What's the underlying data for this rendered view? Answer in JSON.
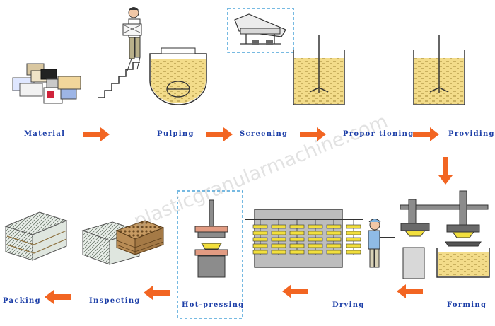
{
  "diagram": {
    "steps": [
      {
        "id": "material",
        "label": "Material"
      },
      {
        "id": "pulping",
        "label": "Pulping"
      },
      {
        "id": "screening",
        "label": "Screening"
      },
      {
        "id": "proportioning",
        "label": "Propor tioning"
      },
      {
        "id": "providing",
        "label": "Providing"
      },
      {
        "id": "forming",
        "label": "Forming"
      },
      {
        "id": "drying",
        "label": "Drying"
      },
      {
        "id": "hot-pressing",
        "label": "Hot-pressing"
      },
      {
        "id": "inspecting",
        "label": "Inspecting"
      },
      {
        "id": "packing",
        "label": "Packing"
      }
    ],
    "watermark": "plasticgranularmachine.com",
    "colors": {
      "arrow": "#f26522",
      "label": "#1d3fa8",
      "pulp": "#f3dc8a",
      "frame": "#333333",
      "highlight_box": "#4aa3d8",
      "machine_gray": "#8c8c8c"
    }
  }
}
